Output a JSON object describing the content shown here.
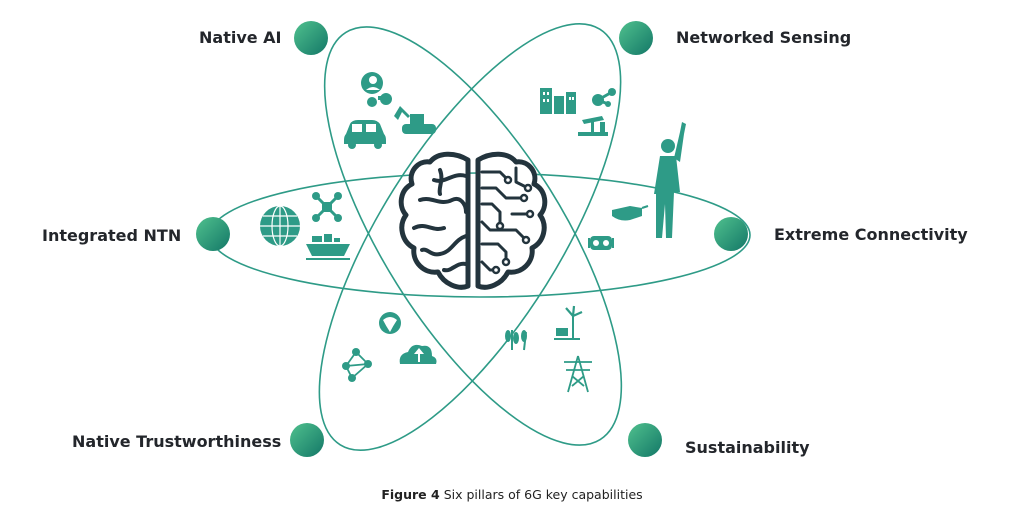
{
  "pillars": [
    {
      "label": "Native AI",
      "icons": [
        "user-network-icon",
        "car-icon",
        "excavator-icon"
      ]
    },
    {
      "label": "Networked Sensing",
      "icons": [
        "buildings-icon",
        "molecule-icon",
        "oil-pump-icon"
      ]
    },
    {
      "label": "Integrated NTN",
      "icons": [
        "globe-grid-icon",
        "drone-icon",
        "ship-icon"
      ]
    },
    {
      "label": "Extreme Connectivity",
      "icons": [
        "smart-glasses-icon",
        "vr-headset-icon",
        "human-figure-icon"
      ]
    },
    {
      "label": "Native Trustworthiness",
      "icons": [
        "shield-globe-icon",
        "mesh-network-icon",
        "cloud-upload-icon"
      ]
    },
    {
      "label": "Sustainability",
      "icons": [
        "wheat-icon",
        "wind-turbine-icon",
        "power-tower-icon"
      ]
    }
  ],
  "caption": {
    "figure": "Figure 4",
    "text": "Six pillars of 6G key capabilities"
  },
  "colors": {
    "accent": "#2e9b87",
    "node_dark": "#1f7f72",
    "node_light": "#47b889",
    "brain": "#23343d",
    "text": "#23262b"
  }
}
